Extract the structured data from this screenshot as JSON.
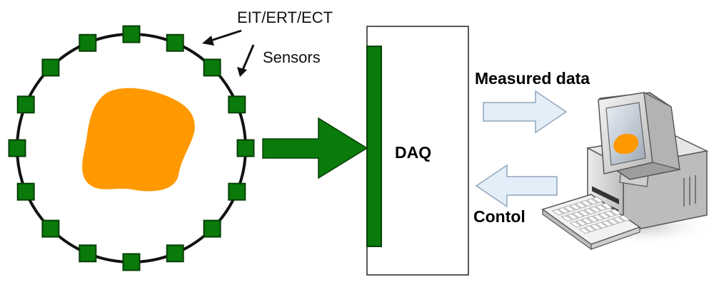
{
  "labels": {
    "modality": "EIT/ERT/ECT",
    "sensors": "Sensors",
    "daq": "DAQ",
    "measured_data": "Measured data",
    "control": "Contol"
  },
  "colors": {
    "sensor_fill": "#0a7a0a",
    "sensor_stroke": "#063f06",
    "object_fill": "#ff9900",
    "daq_bar": "#0a7a0a",
    "big_arrow": "#0a7a0a",
    "outline_arrow_fill": "#e3eef8",
    "outline_arrow_stroke": "#8fa6bc"
  },
  "sensor_count": 16,
  "icons": {
    "computer": "desktop-computer-icon",
    "keyboard": "keyboard-icon"
  }
}
